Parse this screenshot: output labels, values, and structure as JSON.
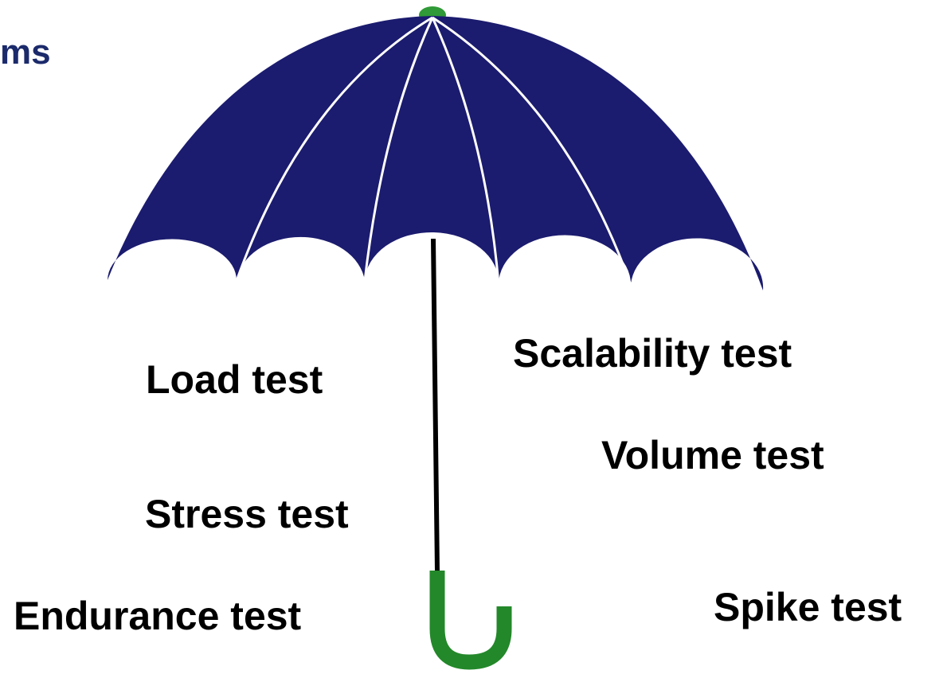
{
  "title_fragment": "ms",
  "colors": {
    "canopy": "#1b1b6f",
    "ribs": "#ffffff",
    "shaft": "#000000",
    "handle": "#23882a",
    "tip": "#2f9a37",
    "title_text": "#1b2a6b",
    "label_text": "#000000"
  },
  "labels": {
    "load": "Load test",
    "scalability": "Scalability test",
    "volume": "Volume test",
    "stress": "Stress test",
    "endurance": "Endurance test",
    "spike": "Spike test"
  }
}
